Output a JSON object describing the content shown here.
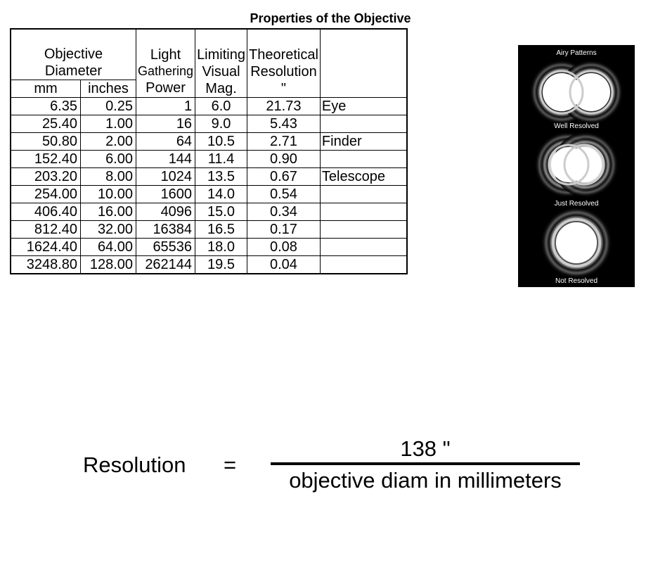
{
  "title": "Properties of the Objective",
  "headers": {
    "diameter": [
      "Objective",
      "Diameter"
    ],
    "mm": "mm",
    "inches": "inches",
    "light": [
      "Light",
      "Gathering",
      "Power"
    ],
    "limiting": [
      "Limiting",
      "Visual",
      "Mag."
    ],
    "theoretical": [
      "Theoretical",
      "Resolution",
      "\""
    ]
  },
  "rows": [
    {
      "mm": "6.35",
      "inches": "0.25",
      "power": "1",
      "mag": "6.0",
      "res": "21.73",
      "label": "Eye"
    },
    {
      "mm": "25.40",
      "inches": "1.00",
      "power": "16",
      "mag": "9.0",
      "res": "5.43",
      "label": ""
    },
    {
      "mm": "50.80",
      "inches": "2.00",
      "power": "64",
      "mag": "10.5",
      "res": "2.71",
      "label": "Finder"
    },
    {
      "mm": "152.40",
      "inches": "6.00",
      "power": "144",
      "mag": "11.4",
      "res": "0.90",
      "label": ""
    },
    {
      "mm": "203.20",
      "inches": "8.00",
      "power": "1024",
      "mag": "13.5",
      "res": "0.67",
      "label": "Telescope"
    },
    {
      "mm": "254.00",
      "inches": "10.00",
      "power": "1600",
      "mag": "14.0",
      "res": "0.54",
      "label": ""
    },
    {
      "mm": "406.40",
      "inches": "16.00",
      "power": "4096",
      "mag": "15.0",
      "res": "0.34",
      "label": ""
    },
    {
      "mm": "812.40",
      "inches": "32.00",
      "power": "16384",
      "mag": "16.5",
      "res": "0.17",
      "label": ""
    },
    {
      "mm": "1624.40",
      "inches": "64.00",
      "power": "65536",
      "mag": "18.0",
      "res": "0.08",
      "label": ""
    },
    {
      "mm": "3248.80",
      "inches": "128.00",
      "power": "262144",
      "mag": "19.5",
      "res": "0.04",
      "label": ""
    }
  ],
  "airy": {
    "title": "Airy Patterns",
    "captions": [
      "Well Resolved",
      "Just Resolved",
      "Not Resolved"
    ]
  },
  "formula": {
    "label": "Resolution",
    "equals": "=",
    "numerator": "138 \"",
    "denominator": "objective diam in millimeters"
  }
}
